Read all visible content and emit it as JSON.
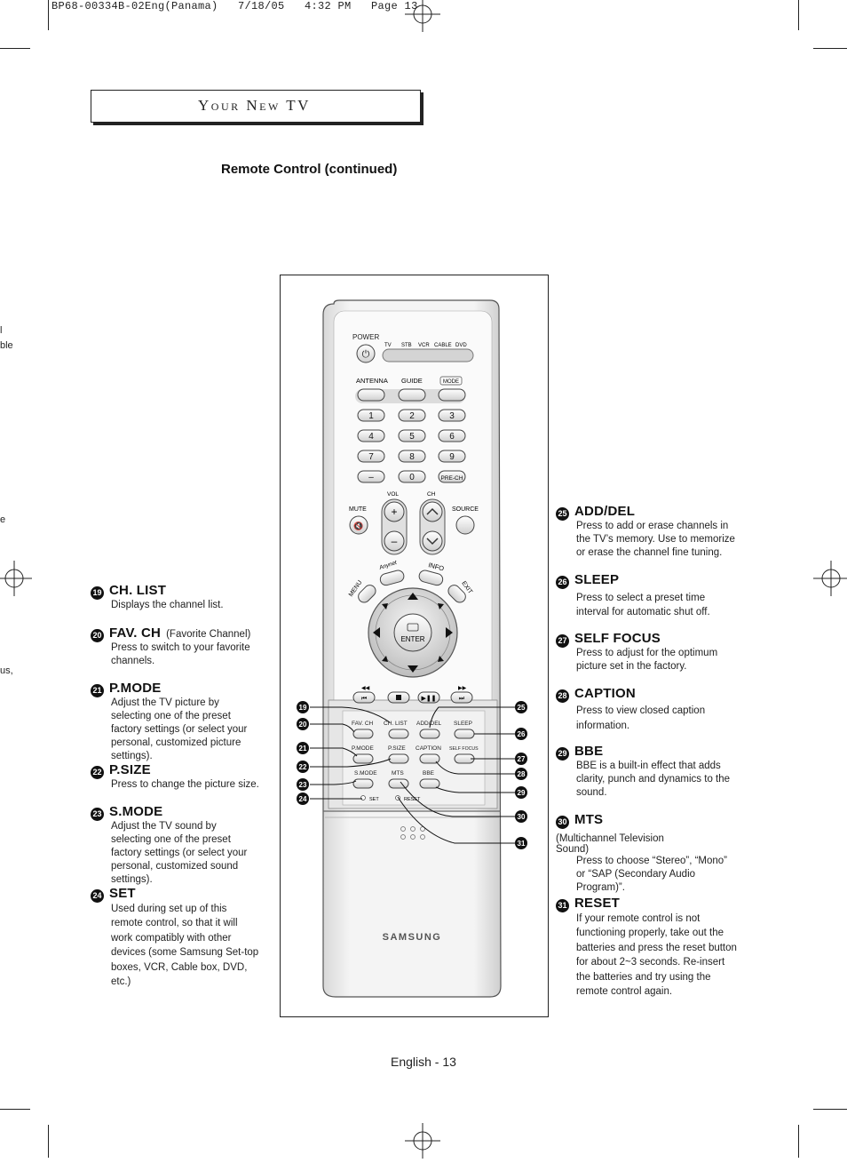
{
  "print_header": "BP68-00334B-02Eng(Panama)   7/18/05   4:32 PM   Page 13",
  "chapter_title": "Your New TV",
  "section_title": "Remote Control (continued)",
  "edge_fragments": [
    "l",
    "ble",
    "e",
    "us,"
  ],
  "left_items": [
    {
      "num": "19",
      "name": "CH. LIST",
      "subtitle": "",
      "desc": "Displays the channel list."
    },
    {
      "num": "20",
      "name": "FAV. CH",
      "subtitle": "(Favorite Channel)",
      "desc": "Press to switch to your favorite channels."
    },
    {
      "num": "21",
      "name": "P.MODE",
      "subtitle": "",
      "desc": "Adjust the TV picture by selecting one of the preset factory settings (or select your personal, customized picture settings)."
    },
    {
      "num": "22",
      "name": "P.SIZE",
      "subtitle": "",
      "desc": "Press to change the picture size."
    },
    {
      "num": "23",
      "name": "S.MODE",
      "subtitle": "",
      "desc": "Adjust the TV sound by selecting one of the preset factory settings (or select your personal, customized sound settings)."
    },
    {
      "num": "24",
      "name": "SET",
      "subtitle": "",
      "desc": "Used during set up of this remote control, so that it will work compatibly with other devices (some Samsung Set-top boxes, VCR, Cable box, DVD, etc.)"
    }
  ],
  "right_items": [
    {
      "num": "25",
      "name": "ADD/DEL",
      "subtitle": "",
      "desc": "Press to add or erase channels in the TV’s memory. Use to memorize or erase the channel fine tuning."
    },
    {
      "num": "26",
      "name": "SLEEP",
      "subtitle": "",
      "desc": "Press to select a preset time interval for automatic shut off."
    },
    {
      "num": "27",
      "name": "SELF FOCUS",
      "subtitle": "",
      "desc": "Press to adjust for the optimum picture set in the factory."
    },
    {
      "num": "28",
      "name": "CAPTION",
      "subtitle": "",
      "desc": "Press to view closed caption information."
    },
    {
      "num": "29",
      "name": "BBE",
      "subtitle": "",
      "desc": "BBE is a built-in effect that adds clarity, punch and dynamics to the sound."
    },
    {
      "num": "30",
      "name": "MTS",
      "subtitle": "(Multichannel Television Sound)",
      "desc": "Press to choose “Stereo”, “Mono” or “SAP (Secondary Audio Program)”."
    },
    {
      "num": "31",
      "name": "RESET",
      "subtitle": "",
      "desc": "If your remote control is not functioning properly, take out the batteries and press the reset button for about 2~3 seconds. Re-insert the batteries and try using the remote control again."
    }
  ],
  "remote": {
    "power": "POWER",
    "modes": [
      "TV",
      "STB",
      "VCR",
      "CABLE",
      "DVD"
    ],
    "antenna": "ANTENNA",
    "guide": "GUIDE",
    "mode": "MODE",
    "digits": [
      "1",
      "2",
      "3",
      "4",
      "5",
      "6",
      "7",
      "8",
      "9",
      "–",
      "0"
    ],
    "prech": "PRE-CH",
    "vol": "VOL",
    "ch": "CH",
    "mute": "MUTE",
    "source": "SOURCE",
    "anynet": "Anynet",
    "info": "INFO",
    "menu": "MENU",
    "exit": "EXIT",
    "enter": "ENTER",
    "favch": "FAV. CH",
    "chlist": "CH. LIST",
    "adddel": "ADD/DEL",
    "sleep": "SLEEP",
    "pmode": "P.MODE",
    "psize": "P.SIZE",
    "caption": "CAPTION",
    "selffocus": "SELF FOCUS",
    "smode": "S.MODE",
    "mts": "MTS",
    "bbe": "BBE",
    "set": "SET",
    "reset": "RESET",
    "brand": "SAMSUNG"
  },
  "footer": "English - 13"
}
